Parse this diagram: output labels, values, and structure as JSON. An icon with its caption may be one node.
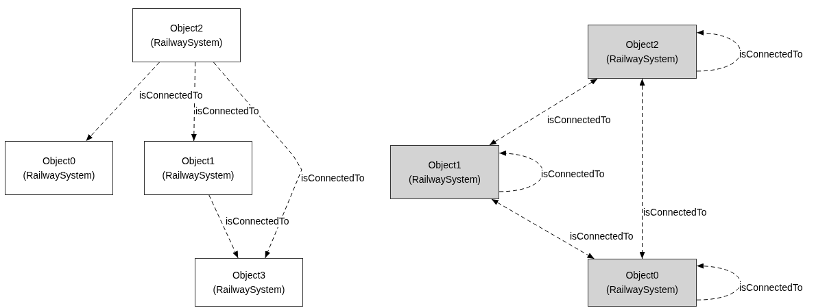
{
  "diagram": {
    "nodes": [
      {
        "text": [
          "Object2",
          "(RailwaySystem)"
        ]
      },
      {
        "text": [
          "Object0",
          "(RailwaySystem)"
        ]
      },
      {
        "text": [
          "Object1",
          "(RailwaySystem)"
        ]
      },
      {
        "text": [
          "Object3",
          "(RailwaySystem)"
        ]
      },
      {
        "text": [
          "Object2",
          "(RailwaySystem)"
        ]
      },
      {
        "text": [
          "Object1",
          "(RailwaySystem)"
        ]
      },
      {
        "text": [
          "Object0",
          "(RailwaySystem)"
        ]
      }
    ],
    "edges": [
      {
        "from": 0,
        "to": 1,
        "arrow": "to",
        "label": "isConnectedTo",
        "style": "dashed"
      },
      {
        "from": 0,
        "to": 2,
        "arrow": "to",
        "label": "isConnectedTo",
        "style": "dashed"
      },
      {
        "from": 0,
        "to": 3,
        "arrow": "to",
        "label": "isConnectedTo",
        "style": "dashed"
      },
      {
        "from": 2,
        "to": 3,
        "arrow": "to",
        "label": "isConnectedTo",
        "style": "dashed"
      },
      {
        "from": 5,
        "to": 4,
        "arrow": "both",
        "label": "isConnectedTo",
        "style": "dashed"
      },
      {
        "from": 4,
        "to": 4,
        "arrow": "to",
        "label": "isConnectedTo",
        "style": "dashed"
      },
      {
        "from": 5,
        "to": 5,
        "arrow": "to",
        "label": "isConnectedTo",
        "style": "dashed"
      },
      {
        "from": 4,
        "to": 6,
        "arrow": "both",
        "label": "isConnectedTo",
        "style": "dashed"
      },
      {
        "from": 5,
        "to": 6,
        "arrow": "both",
        "label": "isConnectedTo",
        "style": "dashed"
      },
      {
        "from": 6,
        "to": 6,
        "arrow": "to",
        "label": "isConnectedTo",
        "style": "dashed"
      }
    ]
  }
}
